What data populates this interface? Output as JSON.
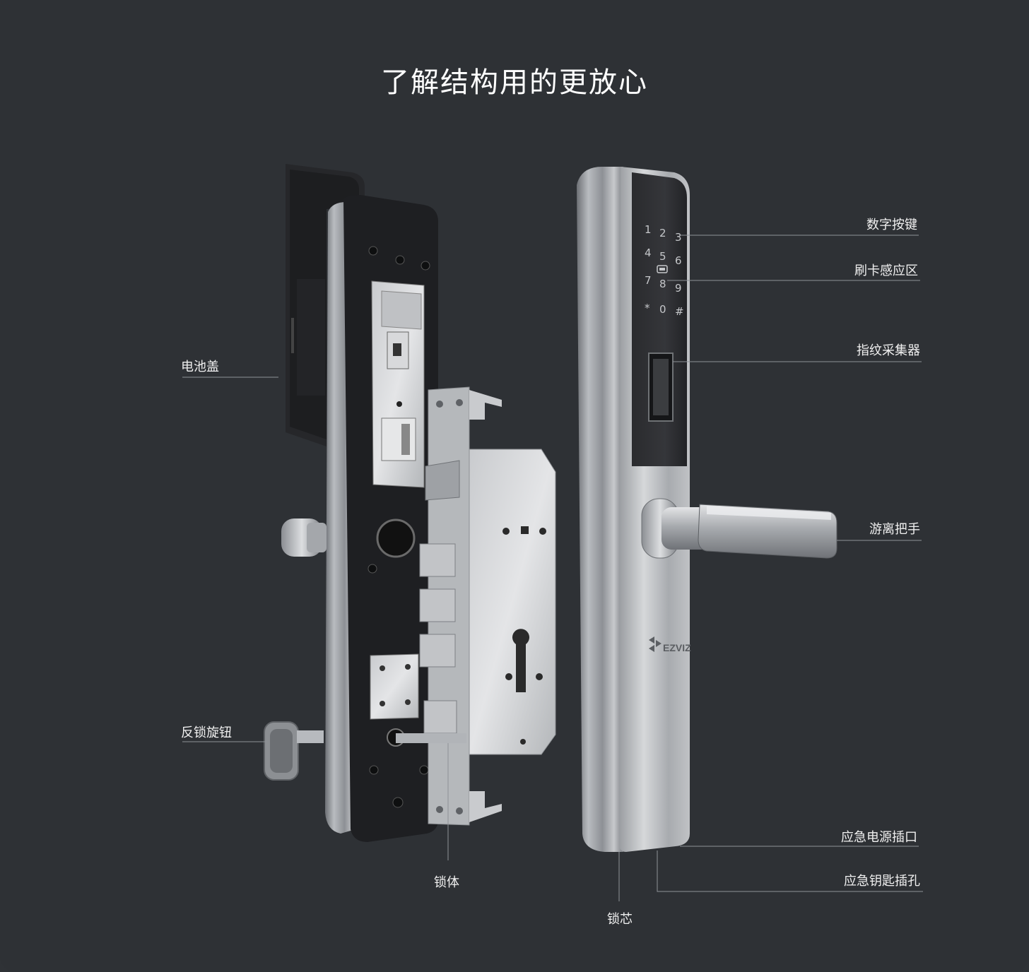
{
  "title": "了解结构用的更放心",
  "brand_logo": "EZVIZ",
  "keypad": {
    "keys": [
      "1",
      "2",
      "3",
      "4",
      "5",
      "6",
      "7",
      "8",
      "9",
      "*",
      "0",
      "#"
    ]
  },
  "callouts": {
    "keypad": "数字按键",
    "card_reader": "刷卡感应区",
    "fingerprint": "指纹采集器",
    "handle": "游离把手",
    "battery_cover": "电池盖",
    "thumb_turn": "反锁旋钮",
    "lock_body": "锁体",
    "emergency_power": "应急电源插口",
    "emergency_key": "应急钥匙插孔",
    "lock_cylinder": "锁芯"
  },
  "colors": {
    "background": "#2e3135",
    "label_text": "#f0f0f0",
    "leader_line": "#8e9297"
  }
}
